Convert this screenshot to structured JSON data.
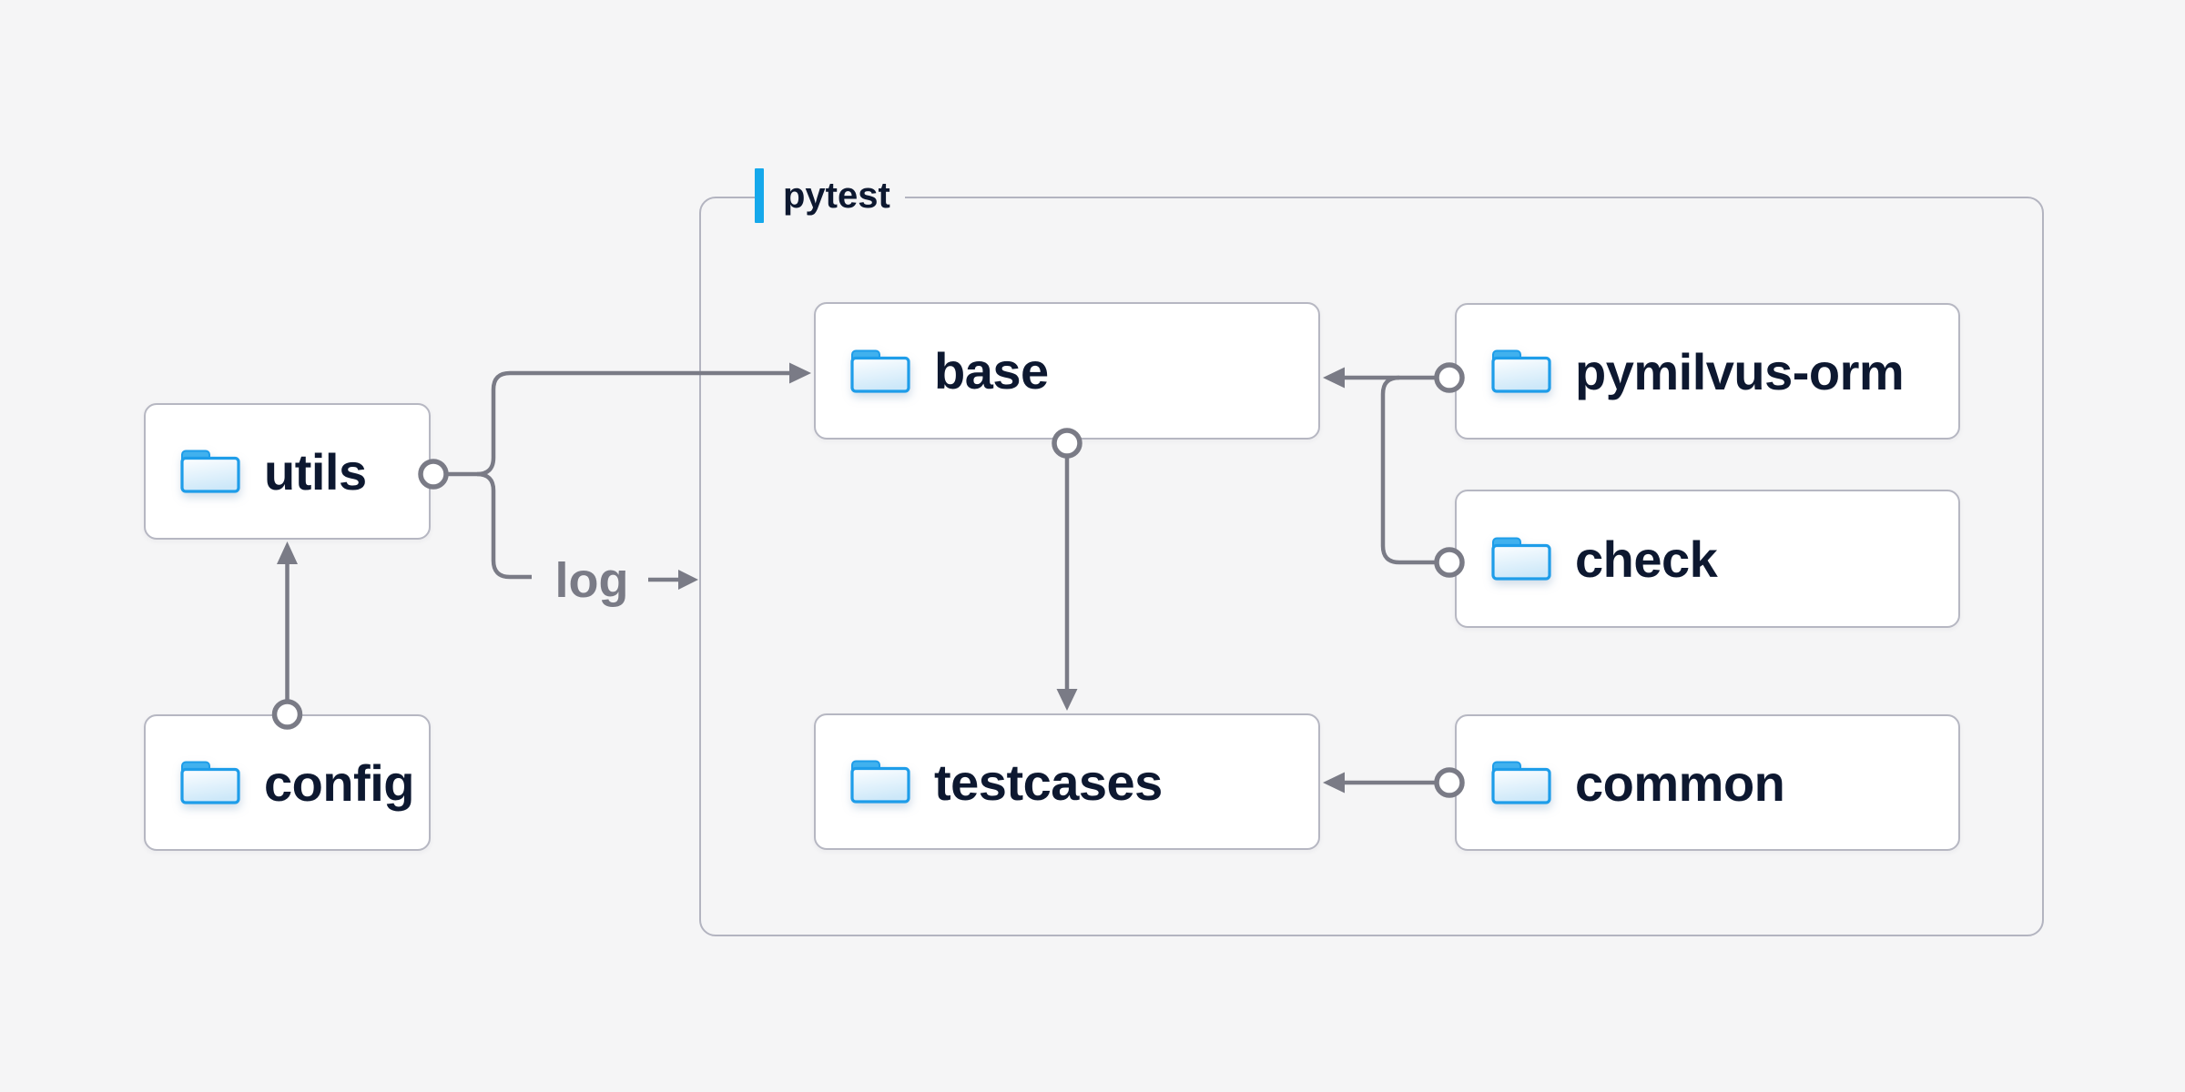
{
  "diagram": {
    "container": {
      "label": "pytest"
    },
    "edge_label": "log",
    "nodes": [
      {
        "id": "utils",
        "label": "utils",
        "icon": "folder-icon"
      },
      {
        "id": "config",
        "label": "config",
        "icon": "folder-icon"
      },
      {
        "id": "base",
        "label": "base",
        "icon": "folder-icon"
      },
      {
        "id": "pymilvus-orm",
        "label": "pymilvus-orm",
        "icon": "folder-icon"
      },
      {
        "id": "check",
        "label": "check",
        "icon": "folder-icon"
      },
      {
        "id": "testcases",
        "label": "testcases",
        "icon": "folder-icon"
      },
      {
        "id": "common",
        "label": "common",
        "icon": "folder-icon"
      }
    ],
    "edges": [
      {
        "from": "config",
        "to": "utils",
        "type": "arrow"
      },
      {
        "from": "utils",
        "to": "base",
        "type": "arrow"
      },
      {
        "from": "utils",
        "to": "pytest-container",
        "type": "arrow",
        "label": "log"
      },
      {
        "from": "pymilvus-orm",
        "to": "base",
        "type": "arrow"
      },
      {
        "from": "check",
        "to": "base",
        "type": "arrow"
      },
      {
        "from": "base",
        "to": "testcases",
        "type": "arrow"
      },
      {
        "from": "common",
        "to": "testcases",
        "type": "arrow"
      }
    ],
    "colors": {
      "background": "#f5f5f6",
      "node_background": "#ffffff",
      "node_border": "#b6b7c2",
      "container_border": "#b3b4c0",
      "connector": "#7a7b86",
      "accent_blue": "#15a8eb",
      "folder_outline": "#1e9de9",
      "folder_tab": "#41b1ee",
      "label_text": "#0d1830",
      "muted_text": "#7a7b86"
    }
  }
}
